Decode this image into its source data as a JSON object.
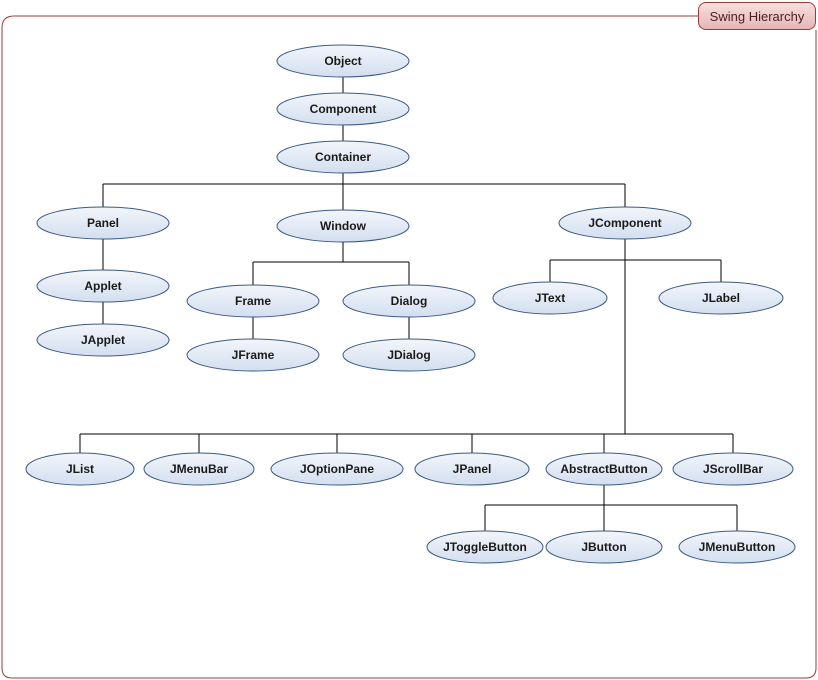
{
  "tag": {
    "label": "Swing Hierarchy"
  },
  "nodes": {
    "object": "Object",
    "component": "Component",
    "container": "Container",
    "panel": "Panel",
    "window": "Window",
    "jcomponent": "JComponent",
    "applet": "Applet",
    "japplet": "JApplet",
    "frame": "Frame",
    "dialog": "Dialog",
    "jframe": "JFrame",
    "jdialog": "JDialog",
    "jtext": "JText",
    "jlabel": "JLabel",
    "jlist": "JList",
    "jmenubar": "JMenuBar",
    "joptionpane": "JOptionPane",
    "jpanel": "JPanel",
    "abstractbutton": "AbstractButton",
    "jscrollbar": "JScrollBar",
    "jtogglebutton": "JToggleButton",
    "jbutton": "JButton",
    "jmenubutton": "JMenuButton"
  },
  "colors": {
    "frame": "#9a3b3b",
    "node_fill_top": "#f3f6fb",
    "node_fill_bottom": "#d3deef",
    "node_stroke": "#3c5a82"
  }
}
